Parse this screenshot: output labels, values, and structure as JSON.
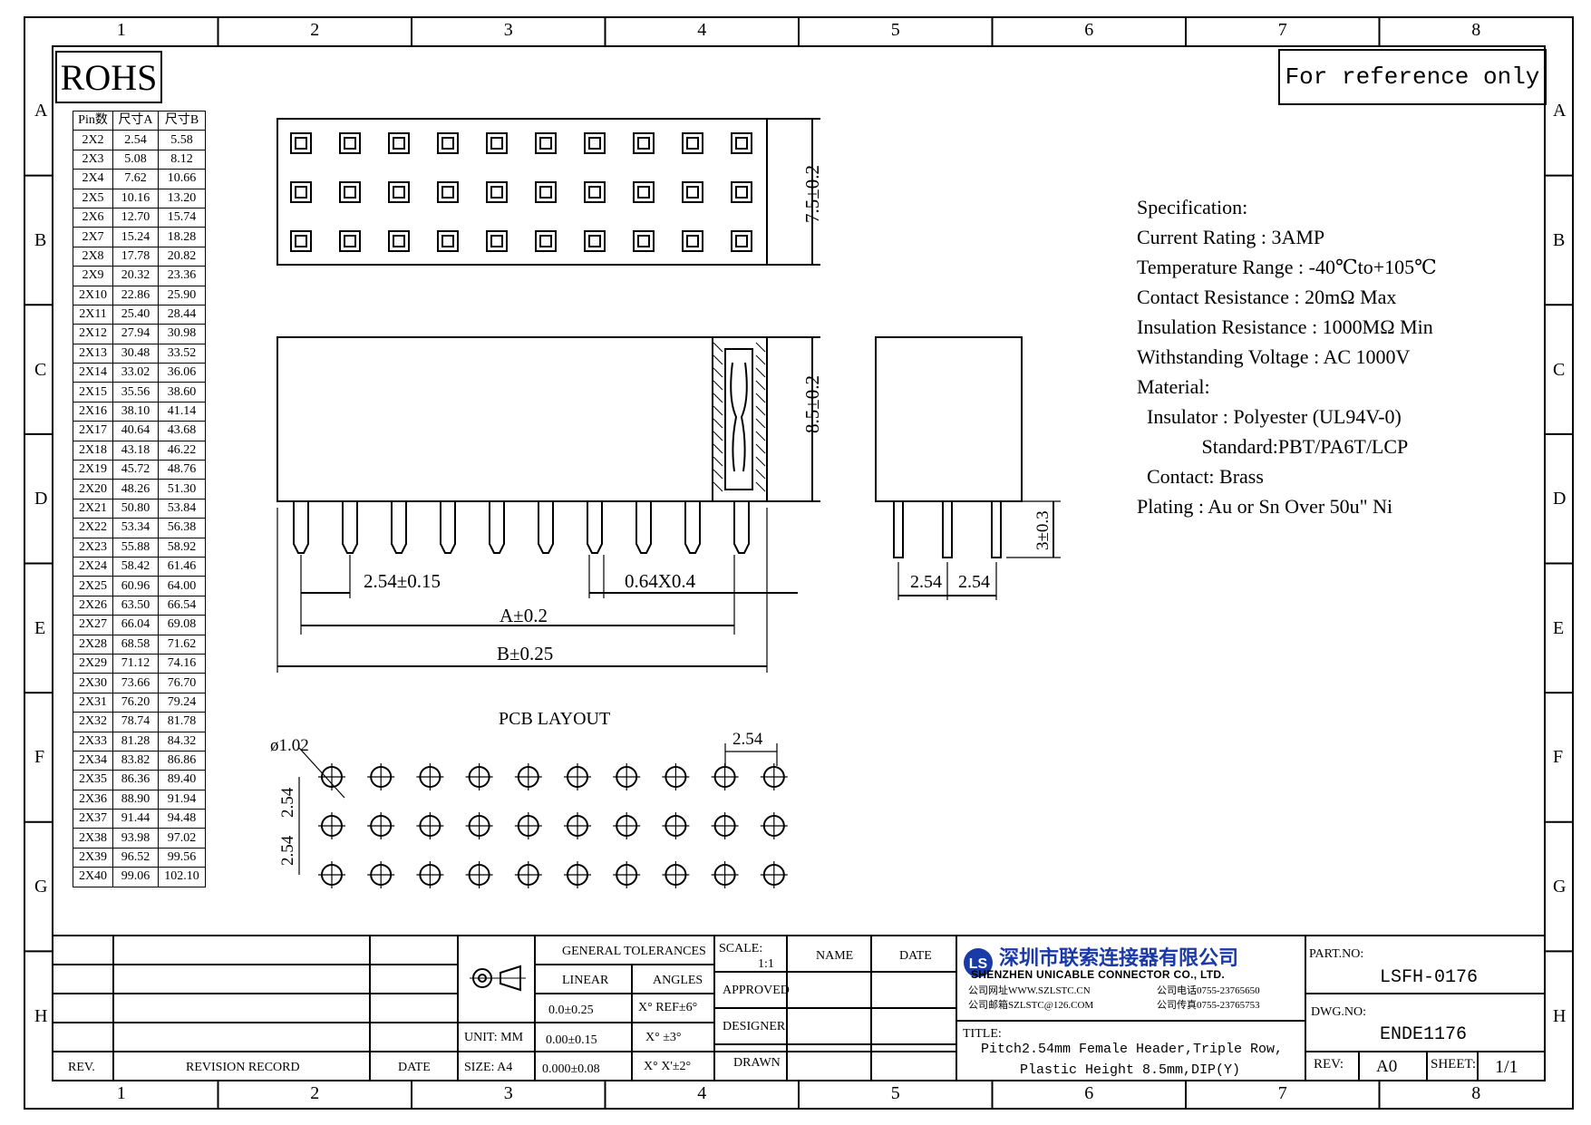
{
  "grid": {
    "columns": [
      "1",
      "2",
      "3",
      "4",
      "5",
      "6",
      "7",
      "8"
    ],
    "rows": [
      "A",
      "B",
      "C",
      "D",
      "E",
      "F",
      "G",
      "H"
    ]
  },
  "rohs_label": "ROHS",
  "reference_note": "For reference only",
  "pin_table": {
    "headers": [
      "Pin数",
      "尺寸A",
      "尺寸B"
    ],
    "rows": [
      [
        "2X2",
        "2.54",
        "5.58"
      ],
      [
        "2X3",
        "5.08",
        "8.12"
      ],
      [
        "2X4",
        "7.62",
        "10.66"
      ],
      [
        "2X5",
        "10.16",
        "13.20"
      ],
      [
        "2X6",
        "12.70",
        "15.74"
      ],
      [
        "2X7",
        "15.24",
        "18.28"
      ],
      [
        "2X8",
        "17.78",
        "20.82"
      ],
      [
        "2X9",
        "20.32",
        "23.36"
      ],
      [
        "2X10",
        "22.86",
        "25.90"
      ],
      [
        "2X11",
        "25.40",
        "28.44"
      ],
      [
        "2X12",
        "27.94",
        "30.98"
      ],
      [
        "2X13",
        "30.48",
        "33.52"
      ],
      [
        "2X14",
        "33.02",
        "36.06"
      ],
      [
        "2X15",
        "35.56",
        "38.60"
      ],
      [
        "2X16",
        "38.10",
        "41.14"
      ],
      [
        "2X17",
        "40.64",
        "43.68"
      ],
      [
        "2X18",
        "43.18",
        "46.22"
      ],
      [
        "2X19",
        "45.72",
        "48.76"
      ],
      [
        "2X20",
        "48.26",
        "51.30"
      ],
      [
        "2X21",
        "50.80",
        "53.84"
      ],
      [
        "2X22",
        "53.34",
        "56.38"
      ],
      [
        "2X23",
        "55.88",
        "58.92"
      ],
      [
        "2X24",
        "58.42",
        "61.46"
      ],
      [
        "2X25",
        "60.96",
        "64.00"
      ],
      [
        "2X26",
        "63.50",
        "66.54"
      ],
      [
        "2X27",
        "66.04",
        "69.08"
      ],
      [
        "2X28",
        "68.58",
        "71.62"
      ],
      [
        "2X29",
        "71.12",
        "74.16"
      ],
      [
        "2X30",
        "73.66",
        "76.70"
      ],
      [
        "2X31",
        "76.20",
        "79.24"
      ],
      [
        "2X32",
        "78.74",
        "81.78"
      ],
      [
        "2X33",
        "81.28",
        "84.32"
      ],
      [
        "2X34",
        "83.82",
        "86.86"
      ],
      [
        "2X35",
        "86.36",
        "89.40"
      ],
      [
        "2X36",
        "88.90",
        "91.94"
      ],
      [
        "2X37",
        "91.44",
        "94.48"
      ],
      [
        "2X38",
        "93.98",
        "97.02"
      ],
      [
        "2X39",
        "96.52",
        "99.56"
      ],
      [
        "2X40",
        "99.06",
        "102.10"
      ]
    ]
  },
  "specification": {
    "title": "Specification:",
    "lines": [
      "Current Rating : 3AMP",
      "Temperature Range : -40℃to+105℃",
      "Contact Resistance : 20mΩ Max",
      "Insulation Resistance : 1000MΩ Min",
      "Withstanding Voltage : AC 1000V",
      "Material:",
      "  Insulator : Polyester (UL94V-0)",
      "             Standard:PBT/PA6T/LCP",
      "  Contact: Brass",
      "Plating : Au or Sn Over 50u\" Ni"
    ]
  },
  "dimensions": {
    "top_height": "7.5±0.2",
    "side_height": "8.5±0.2",
    "pitch": "2.54±0.15",
    "pin_size": "0.64X0.4",
    "dim_a": "A±0.2",
    "dim_b": "B±0.25",
    "end_pitch_1": "2.54",
    "end_pitch_2": "2.54",
    "tail_length": "3±0.3",
    "pcb_title": "PCB LAYOUT",
    "hole_dia": "ø1.02",
    "pcb_pitch_x": "2.54",
    "pcb_pitch_y1": "2.54",
    "pcb_pitch_y2": "2.54"
  },
  "title_block": {
    "rev_label": "REV.",
    "revision_record": "REVISION RECORD",
    "date_label": "DATE",
    "unit": "UNIT: MM",
    "size": "SIZE: A4",
    "general_tolerances": "GENERAL TOLERANCES",
    "linear": "LINEAR",
    "angles": "ANGLES",
    "tol_lin_1": "0.0±0.25",
    "tol_lin_2": "0.00±0.15",
    "tol_lin_3": "0.000±0.08",
    "tol_ang_1": "X° REF±6°",
    "tol_ang_2": "X° ±3°",
    "tol_ang_3": "X° X'±2°",
    "scale_label": "SCALE:",
    "scale_value": "1:1",
    "name_label": "NAME",
    "date_col": "DATE",
    "approved": "APPROVED",
    "designer": "DESIGNER",
    "drawn": "DRAWN",
    "company_cn": "深圳市联索连接器有限公司",
    "company_en": "SHENZHEN UNICABLE CONNECTOR CO., LTD.",
    "company_web": "公司网址WWW.SZLSTC.CN",
    "company_mail": "公司邮箱SZLSTC@126.COM",
    "company_tel": "公司电话0755-23765650",
    "company_fax": "公司传真0755-23765753",
    "title_label": "TITLE:",
    "title_line1": "Pitch2.54mm Female Header,Triple Row,",
    "title_line2": "Plastic Height 8.5mm,DIP(Y)",
    "part_no_label": "PART.NO:",
    "part_no": "LSFH-0176",
    "dwg_no_label": "DWG.NO:",
    "dwg_no": "ENDE1176",
    "rev_short": "REV:",
    "rev_value": "A0",
    "sheet_label": "SHEET:",
    "sheet_value": "1/1"
  },
  "logo_letters": "LS"
}
